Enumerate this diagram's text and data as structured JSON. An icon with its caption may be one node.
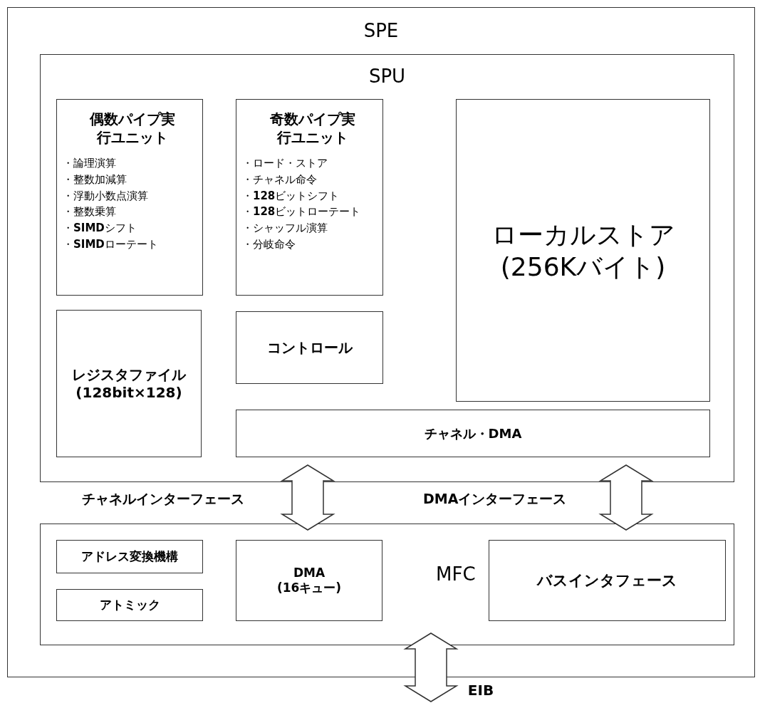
{
  "diagram": {
    "nodes": [
      {
        "text": [
          "SPE"
        ]
      },
      {
        "text": [
          "SPU"
        ],
        "in": 0
      },
      {
        "text": [
          "偶数パイプ実行ユニット",
          "・論理演算",
          "・整数加減算",
          "・浮動小数点演算",
          "・整数乗算",
          "・**SIMD**シフト",
          "・**SIMD**ローテート"
        ],
        "in": 1
      },
      {
        "text": [
          "奇数パイプ実行ユニット",
          "・ロード・ストア",
          "・チャネル命令",
          "・**128**ビットシフト",
          "・**128**ビットローテート",
          "・シャッフル演算",
          "・分岐命令"
        ],
        "in": 1
      },
      {
        "text": [
          "ローカルストア",
          "(256Kバイト)"
        ],
        "in": 1
      },
      {
        "text": [
          "レジスタファイル",
          "(128bit×128)"
        ],
        "in": 1
      },
      {
        "text": [
          "コントロール"
        ],
        "in": 1
      },
      {
        "text": [
          "チャネル・DMA"
        ],
        "in": 1
      },
      {
        "text": [
          "MFC"
        ],
        "in": 0
      },
      {
        "text": [
          "アドレス変換機構"
        ],
        "in": 8
      },
      {
        "text": [
          "アトミック"
        ],
        "in": 8
      },
      {
        "text": [
          "DMA",
          "(16キュー)"
        ],
        "in": 8
      },
      {
        "text": [
          "バスインタフェース"
        ],
        "in": 8
      },
      {
        "text": [
          "EIB"
        ]
      }
    ],
    "edges": [
      {
        "from": 1,
        "to": 8,
        "arrow": "both",
        "label": "チャネルインターフェース"
      },
      {
        "from": 1,
        "to": 8,
        "arrow": "both",
        "label": "DMAインターフェース"
      },
      {
        "from": 8,
        "to": 13,
        "arrow": "both"
      }
    ]
  }
}
